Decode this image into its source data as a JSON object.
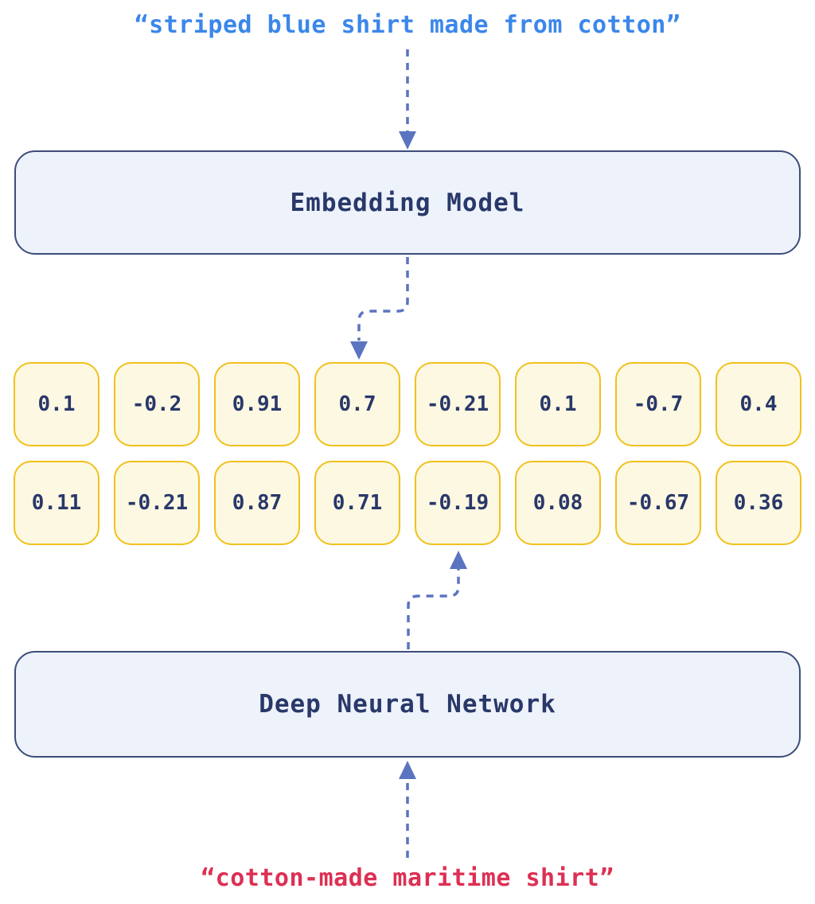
{
  "diagram": {
    "top_query": "“striped blue shirt made from cotton”",
    "bottom_query": "“cotton-made maritime shirt”",
    "boxes": {
      "embedding_model": "Embedding Model",
      "deep_neural_network": "Deep Neural Network"
    },
    "embedding_vectors": {
      "row1": [
        "0.1",
        "-0.2",
        "0.91",
        "0.7",
        "-0.21",
        "0.1",
        "-0.7",
        "0.4"
      ],
      "row2": [
        "0.11",
        "-0.21",
        "0.87",
        "0.71",
        "-0.19",
        "0.08",
        "-0.67",
        "0.36"
      ]
    },
    "colors": {
      "top_query_text": "#3b87ea",
      "bottom_query_text": "#dc3054",
      "arrow": "#5b74c0",
      "model_box_fill": "#edf2fb",
      "model_box_border": "#3d4d7a",
      "model_box_text": "#293869",
      "vector_box_fill": "#fdf8e2",
      "vector_box_border": "#f0c11d",
      "vector_text": "#293869",
      "background": "#ffffff"
    }
  }
}
